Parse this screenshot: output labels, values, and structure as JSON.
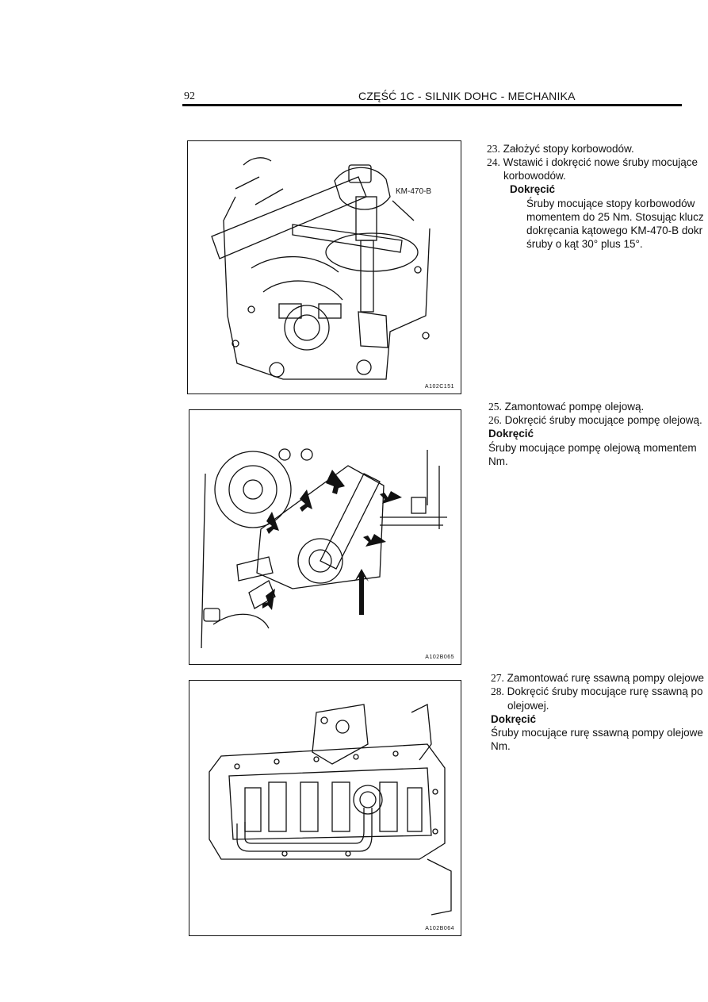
{
  "header": {
    "page_number": "92",
    "title": "CZĘŚĆ 1C - SILNIK DOHC - MECHANIKA"
  },
  "figures": [
    {
      "code": "A102C151",
      "callout": "KM-470-B"
    },
    {
      "code": "A102B065"
    },
    {
      "code": "A102B064"
    }
  ],
  "section1": {
    "step23": {
      "num": "23.",
      "text": "Założyć stopy korbowodów."
    },
    "step24": {
      "num": "24.",
      "line1": "Wstawić i dokręcić nowe śruby mocujące",
      "line2": "korbowodów."
    },
    "torque_label": "Dokręcić",
    "torque_lines": [
      "Śruby mocujące stopy korbowodów",
      "momentem do 25 Nm. Stosując klucz",
      "dokręcania kątowego KM-470-B dokr",
      "śruby o kąt 30° plus 15°."
    ]
  },
  "section2": {
    "step25": {
      "num": "25.",
      "text": "Zamontować pompę olejową."
    },
    "step26": {
      "num": "26.",
      "text": "Dokręcić śruby mocujące pompę olejową."
    },
    "torque_label": "Dokręcić",
    "torque_lines": [
      "Śruby mocujące pompę olejową momentem",
      "Nm."
    ]
  },
  "section3": {
    "step27": {
      "num": "27.",
      "text": "Zamontować rurę ssawną pompy olejowe"
    },
    "step28": {
      "num": "28.",
      "line1": "Dokręcić śruby mocujące rurę ssawną po",
      "line2": "olejowej."
    },
    "torque_label": "Dokręcić",
    "torque_lines": [
      "Śruby mocujące rurę ssawną pompy olejowe",
      "Nm."
    ]
  }
}
